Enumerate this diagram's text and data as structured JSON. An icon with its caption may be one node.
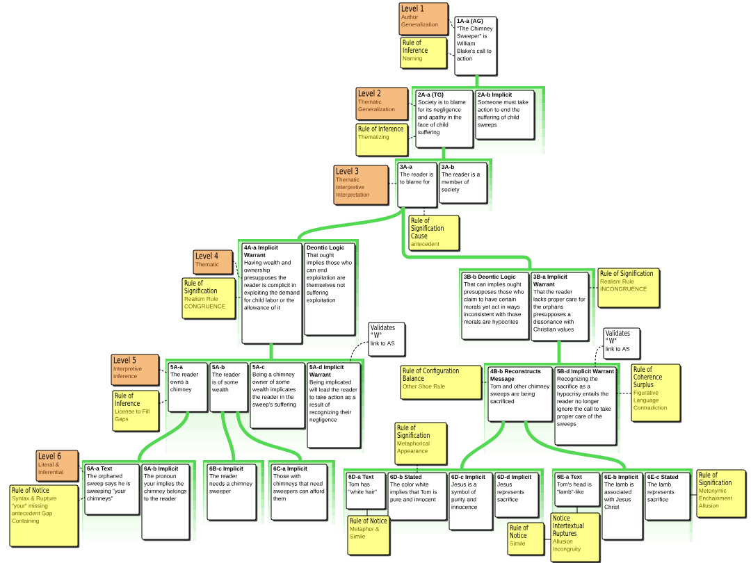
{
  "diagram": {
    "nodes": [
      {
        "text": [
          "Level 1",
          "Author Generalization"
        ]
      },
      {
        "text": [
          "Rule of Inference",
          "Naming"
        ]
      },
      {
        "text": [
          "1A-a (AG)",
          "\"The Chimney Sweeper\" is William Blake's call to action"
        ]
      },
      {
        "text": [],
        "shape": "box"
      },
      {
        "text": [
          "Level 2",
          "Thematic Generalization"
        ]
      },
      {
        "text": [
          "Rule of Inference",
          "Thematizing"
        ]
      },
      {
        "text": [
          "2A-a (TG)",
          "Society is to blame for its negligence and apathy in the face of child suffering"
        ],
        "in": 3
      },
      {
        "text": [
          "2A-b Implicit",
          "Someone must take action to end the suffering of child sweeps"
        ],
        "in": 3
      },
      {
        "text": [],
        "shape": "box"
      },
      {
        "text": [
          "Level 3",
          "Thematic Interpretive Interpretation"
        ]
      },
      {
        "text": [
          "3A-a",
          "The reader is to blame for"
        ],
        "in": 8
      },
      {
        "text": [
          "3A-b",
          "The reader is a member of society"
        ],
        "in": 8
      },
      {
        "text": [
          "Rule of Signification Cause",
          "antecedent"
        ]
      },
      {
        "text": [
          "Level 4",
          "Thematic"
        ]
      },
      {
        "text": [
          "Rule of Signification",
          "Realism Rule CONGRUENCE"
        ]
      },
      {
        "text": [],
        "shape": "box"
      },
      {
        "text": [
          "4A-a Implicit Warrant",
          "Having wealth and ownership presupposes the reader is complicit in exploiting the demand for child labor or the allowance of it"
        ],
        "in": 15
      },
      {
        "text": [
          "Deontic Logic",
          "That ought implies those who can end exploitation are themselves not suffering exploitation"
        ],
        "in": 15
      },
      {
        "text": [],
        "shape": "box"
      },
      {
        "text": [
          "3B-b Deontic Logic",
          "That can implies ought presupposes those who claim to have certain morals yet act in ways inconsistent with those morals are hypocrites"
        ],
        "in": 18
      },
      {
        "text": [
          "3B-a Implicit Warrant",
          "That the reader lacks proper care for the orphans presupposes a dissonance with Christian values"
        ],
        "in": 18
      },
      {
        "text": [
          "Rule of Signification",
          "Realism Rule INCONGRUENCE"
        ]
      },
      {
        "text": [
          "Validates \"W\"",
          "link to AS"
        ]
      },
      {
        "text": [
          "Validates \"W\"",
          "link to AS"
        ]
      },
      {
        "text": [
          "Level 5",
          "Interpretive Inference"
        ]
      },
      {
        "text": [
          "Rule of Inference",
          "License to Fill Gaps"
        ]
      },
      {
        "text": [],
        "shape": "box"
      },
      {
        "text": [
          "5A-a",
          "The reader owns a chimney"
        ],
        "in": 26
      },
      {
        "text": [
          "5A-b",
          "The reader is of some wealth"
        ],
        "in": 26
      },
      {
        "text": [
          "5A-c",
          "Being a chimney owner of some wealth implicates the reader in the sweep's suffering"
        ],
        "in": 26
      },
      {
        "text": [
          "5A-d Implicit Warrant",
          "Being implicated will lead the reader to take action as a result of recognizing their negligence"
        ],
        "in": 26
      },
      {
        "text": [
          "Rule of Configuration Balance",
          "Other Shoe Rule"
        ]
      },
      {
        "text": [],
        "shape": "box"
      },
      {
        "text": [
          "4B-b Reconstructs Message",
          "Tom and other chimney sweeps are being sacrificed"
        ],
        "in": 32
      },
      {
        "text": [
          "5B-d Implicit Warrant",
          "Recognizing the sacrifice as a hypocrisy entails the reader no longer ignore the call to take proper care of the sweeps"
        ],
        "in": 32
      },
      {
        "text": [
          "Rule of Coherence Surplus",
          "Figurative Language Contradiction"
        ]
      },
      {
        "text": [
          "Rule of Signification",
          "Metaphorical Appearance"
        ]
      },
      {
        "text": [
          "Level 6",
          "Literal & Inferential"
        ]
      },
      {
        "text": [
          "Rule of Notice",
          "Syntax & Rupture",
          "\"your\" missing antecedent Gap Containing"
        ]
      },
      {
        "text": [],
        "shape": "box"
      },
      {
        "text": [
          "6A-a Text",
          "The orphaned sweep says he is sweeping \"your chimneys\""
        ],
        "in": 39
      },
      {
        "text": [
          "6A-b Implicit",
          "The pronoun your implies the chimney belongs to the reader"
        ],
        "in": 39
      },
      {
        "text": [],
        "shape": "box"
      },
      {
        "text": [
          "6B-c Implicit",
          "The reader needs a chimney sweeper"
        ],
        "in": 42
      },
      {
        "text": [],
        "shape": "box"
      },
      {
        "text": [
          "6C-a Implicit",
          "Those with chimneys that need sweepers can afford them"
        ],
        "in": 44
      },
      {
        "text": [],
        "shape": "box"
      },
      {
        "text": [
          "6D-a Text",
          "Tom has \"white hair\""
        ],
        "in": 46
      },
      {
        "text": [
          "6D-b Stated",
          "The color white implies that Tom is pure and innocent"
        ],
        "in": 46
      },
      {
        "text": [
          "6D-c Implicit",
          "Jesus is a symbol of purity and innocence"
        ],
        "in": 46
      },
      {
        "text": [
          "6D-d Implicit",
          "Jesus represents sacrifice"
        ],
        "in": 46
      },
      {
        "text": [
          "Rule of Notice",
          "Metaphor & Simile"
        ]
      },
      {
        "text": [],
        "shape": "box"
      },
      {
        "text": [
          "6E-a Text",
          "Tom's head is \"lamb\"-like"
        ],
        "in": 52
      },
      {
        "text": [
          "6E-b Implicit",
          "The lamb is associated with Jesus Christ"
        ],
        "in": 52
      },
      {
        "text": [
          "6E-c Stated",
          "The lamb represents sacrifice"
        ],
        "in": 52
      },
      {
        "text": [
          "Rule of Notice",
          "Simile"
        ]
      },
      {
        "text": [
          "Notice Intertextual Ruptures",
          "Allusion Incongruity"
        ]
      },
      {
        "text": [
          "Rule of Signification",
          "Metonymic Enchainment Allusion"
        ]
      }
    ],
    "edges": [
      {
        "from": 0,
        "to": 2,
        "arrow": "none",
        "style": "dashed"
      },
      {
        "from": 1,
        "to": 2,
        "arrow": "none",
        "style": "dashed"
      },
      {
        "from": 2,
        "to": 3,
        "arrow": "none",
        "style": "thick",
        "color": "#52d852"
      },
      {
        "from": 4,
        "to": 6,
        "arrow": "none",
        "style": "dashed"
      },
      {
        "from": 5,
        "to": 6,
        "arrow": "none",
        "style": "dashed"
      },
      {
        "from": 6,
        "to": 8,
        "arrow": "none",
        "style": "thick",
        "color": "#52d852"
      },
      {
        "from": 9,
        "to": 10,
        "arrow": "none",
        "style": "dashed"
      },
      {
        "from": 12,
        "to": 10,
        "arrow": "none",
        "style": "dashed"
      },
      {
        "from": 10,
        "to": 15,
        "arrow": "none",
        "style": "thick",
        "color": "#52d852"
      },
      {
        "from": 10,
        "to": 18,
        "arrow": "none",
        "style": "thick",
        "color": "#52d852"
      },
      {
        "from": 13,
        "to": 16,
        "arrow": "none",
        "style": "dashed"
      },
      {
        "from": 14,
        "to": 16,
        "arrow": "none",
        "style": "dashed"
      },
      {
        "from": 21,
        "to": 20,
        "arrow": "none",
        "style": "dashed"
      },
      {
        "from": 16,
        "to": 26,
        "arrow": "none",
        "style": "thick",
        "color": "#52d852"
      },
      {
        "from": 20,
        "to": 32,
        "arrow": "none",
        "style": "thick",
        "color": "#52d852"
      },
      {
        "from": 22,
        "to": 30,
        "arrow": "none",
        "style": "dashed"
      },
      {
        "from": 23,
        "to": 34,
        "arrow": "none",
        "style": "dashed"
      },
      {
        "from": 24,
        "to": 27,
        "arrow": "none",
        "style": "dashed"
      },
      {
        "from": 25,
        "to": 27,
        "arrow": "none",
        "style": "dashed"
      },
      {
        "from": 31,
        "to": 33,
        "arrow": "none",
        "style": "dashed"
      },
      {
        "from": 35,
        "to": 34,
        "arrow": "none",
        "style": "dashed"
      },
      {
        "from": 36,
        "to": 48,
        "arrow": "none",
        "style": "dashed"
      },
      {
        "from": 27,
        "to": 39,
        "arrow": "none",
        "style": "thick",
        "color": "#52d852"
      },
      {
        "from": 28,
        "to": 42,
        "arrow": "none",
        "style": "thick",
        "color": "#52d852"
      },
      {
        "from": 28,
        "to": 44,
        "arrow": "none",
        "style": "thick",
        "color": "#52d852"
      },
      {
        "from": 33,
        "to": 46,
        "arrow": "none",
        "style": "thick",
        "color": "#52d852"
      },
      {
        "from": 33,
        "to": 52,
        "arrow": "none",
        "style": "thick",
        "color": "#52d852"
      },
      {
        "from": 37,
        "to": 40,
        "arrow": "none",
        "style": "dashed"
      },
      {
        "from": 38,
        "to": 40,
        "arrow": "none",
        "style": "dashed"
      },
      {
        "from": 51,
        "to": 47,
        "arrow": "none"
      },
      {
        "from": 56,
        "to": 57,
        "arrow": "none"
      },
      {
        "from": 57,
        "to": 53,
        "arrow": "none"
      },
      {
        "from": 58,
        "to": 55,
        "arrow": "none"
      }
    ]
  }
}
